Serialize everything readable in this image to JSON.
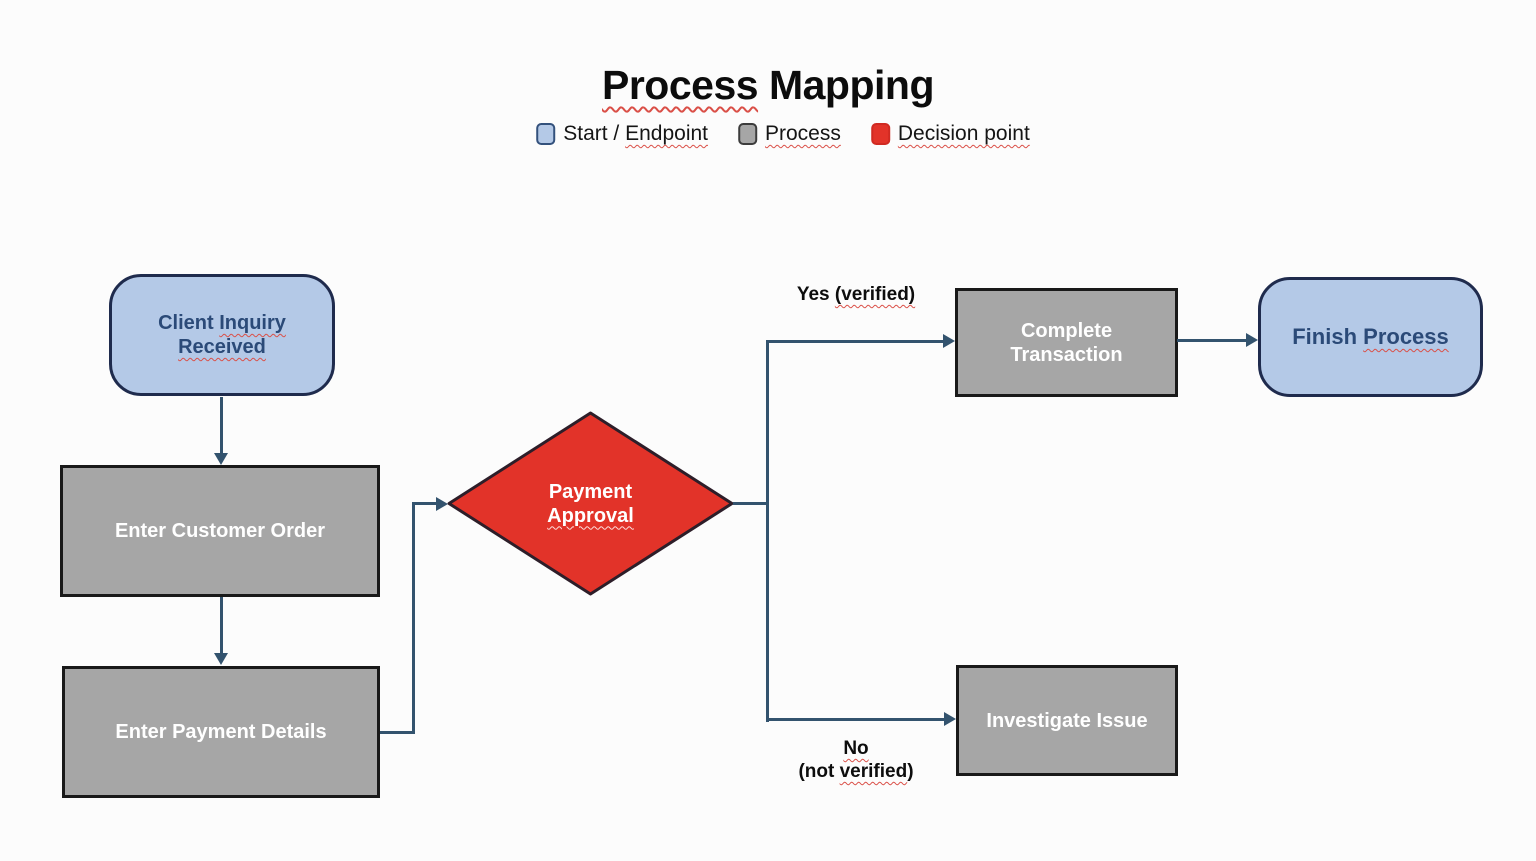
{
  "title": {
    "label": "Process Mapping",
    "part1": "Process",
    "part2": "Mapping"
  },
  "legend": {
    "items": [
      {
        "label": "Start / Endpoint",
        "plain": "Start /",
        "misspelled": "Endpoint",
        "swatch_color": "#b4c9e7",
        "swatch_border": "#33517c"
      },
      {
        "label": "Process",
        "swatch_color": "#a6a6a6",
        "swatch_border": "#3c3c3c"
      },
      {
        "label": "Decision point",
        "swatch_color": "#e23329",
        "swatch_border": "#d02a22"
      }
    ]
  },
  "nodes": {
    "client_inquiry": {
      "type": "start-endpoint",
      "label": "Client Inquiry Received",
      "seg": {
        "a": "Client",
        "b": "Inquiry",
        "c": "Received"
      }
    },
    "enter_customer_order": {
      "type": "process",
      "label": "Enter Customer Order"
    },
    "enter_payment_details": {
      "type": "process",
      "label": "Enter Payment Details"
    },
    "payment_approval": {
      "type": "decision",
      "label": "Payment Approval",
      "seg": {
        "a": "Payment",
        "b": "Approval"
      }
    },
    "complete_transaction": {
      "type": "process",
      "label": "Complete Transaction"
    },
    "finish_process": {
      "type": "start-endpoint",
      "label": "Finish Process",
      "seg": {
        "a": "Finish",
        "b": "Process"
      }
    },
    "investigate_issue": {
      "type": "process",
      "label": "Investigate Issue"
    }
  },
  "edge_labels": {
    "yes": {
      "label": "Yes (verified)",
      "plain": "Yes",
      "misspelled": "(verified)"
    },
    "no": {
      "label": "No (not verified)",
      "line1": "No",
      "line2_pre": "(not",
      "line2_mis": "verified",
      "line2_post": ")"
    }
  },
  "edges": [
    {
      "from": "Client Inquiry Received",
      "to": "Enter Customer Order",
      "label": ""
    },
    {
      "from": "Enter Customer Order",
      "to": "Enter Payment Details",
      "label": ""
    },
    {
      "from": "Enter Payment Details",
      "to": "Payment Approval",
      "label": ""
    },
    {
      "from": "Payment Approval",
      "to": "Complete Transaction",
      "label": "Yes (verified)"
    },
    {
      "from": "Payment Approval",
      "to": "Investigate Issue",
      "label": "No (not verified)"
    },
    {
      "from": "Complete Transaction",
      "to": "Finish Process",
      "label": ""
    }
  ],
  "colors": {
    "background": "#fcfcfc",
    "start_endpoint_fill": "#b4c9e7",
    "start_endpoint_border": "#1f2b4d",
    "start_endpoint_text": "#2b4a78",
    "process_fill": "#a6a6a6",
    "process_border": "#191919",
    "process_text": "#ffffff",
    "decision_fill": "#e23329",
    "decision_border": "#2d1e29",
    "decision_text": "#ffffff",
    "connector": "#33536e",
    "spellcheck_squiggle": "#da4f47",
    "title_text": "#0c0c0c",
    "edge_label_text": "#0d0d0d"
  }
}
